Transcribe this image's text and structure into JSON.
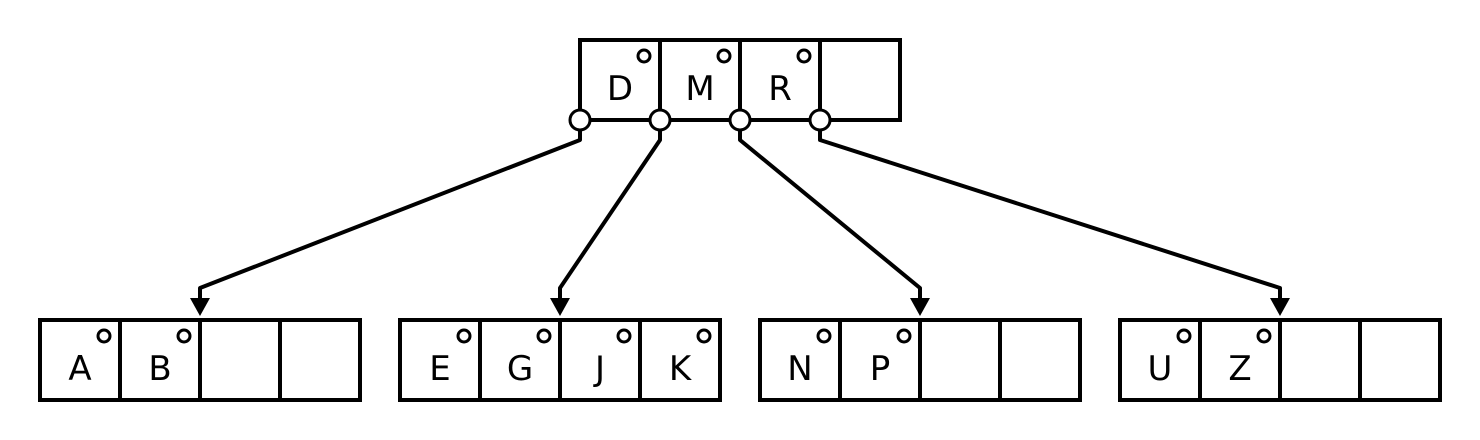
{
  "colors": {
    "stroke": "#000000",
    "background": "#ffffff"
  },
  "root": {
    "keys": [
      "D",
      "M",
      "R",
      ""
    ]
  },
  "leaves": [
    {
      "keys": [
        "A",
        "B",
        "",
        ""
      ]
    },
    {
      "keys": [
        "E",
        "G",
        "J",
        "K"
      ]
    },
    {
      "keys": [
        "N",
        "P",
        "",
        ""
      ]
    },
    {
      "keys": [
        "U",
        "Z",
        "",
        ""
      ]
    }
  ]
}
